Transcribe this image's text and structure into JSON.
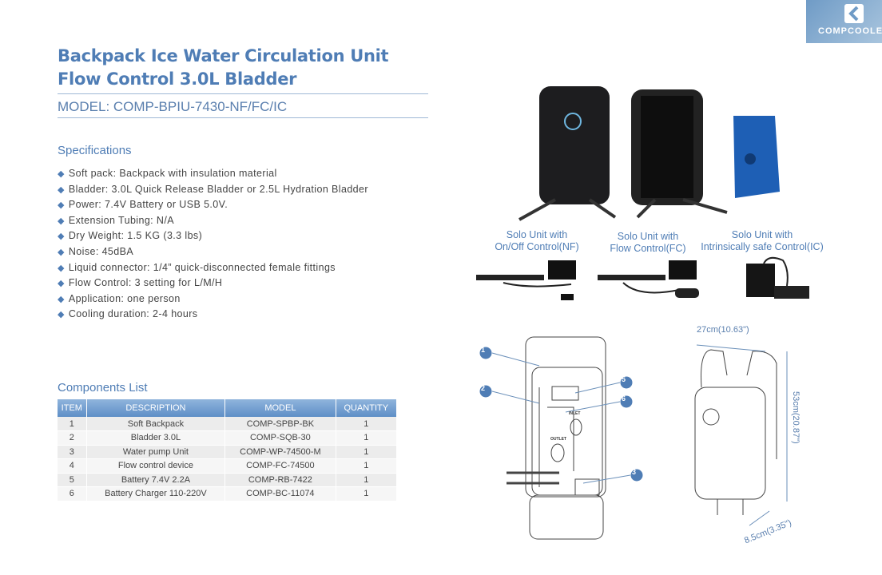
{
  "brand": {
    "name": "COMPCOOLER",
    "accent": "#4f7db5"
  },
  "title": {
    "line1": "Backpack Ice Water Circulation Unit",
    "line2": "Flow Control 3.0L Bladder"
  },
  "model": "MODEL: COMP-BPIU-7430-NF/FC/IC",
  "specifications": {
    "heading": "Specifications",
    "items": [
      "Soft pack: Backpack with insulation material",
      "Bladder: 3.0L Quick Release Bladder or 2.5L Hydration Bladder",
      "Power: 7.4V Battery or USB 5.0V.",
      "Extension Tubing: N/A",
      "Dry Weight: 1.5 KG (3.3 lbs)",
      "Noise: 45dBA",
      "Liquid connector: 1/4” quick-disconnected female fittings",
      "Flow Control: 3 setting for L/M/H",
      "Application: one person",
      "Cooling duration: 2-4 hours"
    ]
  },
  "components": {
    "heading": "Components  List",
    "columns": [
      "ITEM",
      "DESCRIPTION",
      "MODEL",
      "QUANTITY"
    ],
    "rows": [
      [
        "1",
        "Soft Backpack",
        "COMP-SPBP-BK",
        "1"
      ],
      [
        "2",
        "Bladder 3.0L",
        "COMP-SQB-30",
        "1"
      ],
      [
        "3",
        "Water pump Unit",
        "COMP-WP-74500-M",
        "1"
      ],
      [
        "4",
        "Flow control device",
        "COMP-FC-74500",
        "1"
      ],
      [
        "5",
        "Battery 7.4V 2.2A",
        "COMP-RB-7422",
        "1"
      ],
      [
        "6",
        "Battery Charger 110-220V",
        "COMP-BC-11074",
        "1"
      ]
    ]
  },
  "units": [
    {
      "line1": "Solo Unit with",
      "line2": "On/Off Control(NF)"
    },
    {
      "line1": "Solo Unit with",
      "line2": "Flow Control(FC)"
    },
    {
      "line1": "Solo Unit with",
      "line2": "Intrinsically safe Control(IC)"
    }
  ],
  "diagram": {
    "callouts": [
      "1",
      "2",
      "5",
      "6",
      "3"
    ],
    "inlet": "INLET",
    "outlet": "OUTLET",
    "width": "27cm(10.63\")",
    "height": "53cm(20.87\")",
    "depth": "8.5cm(3.35\")"
  }
}
